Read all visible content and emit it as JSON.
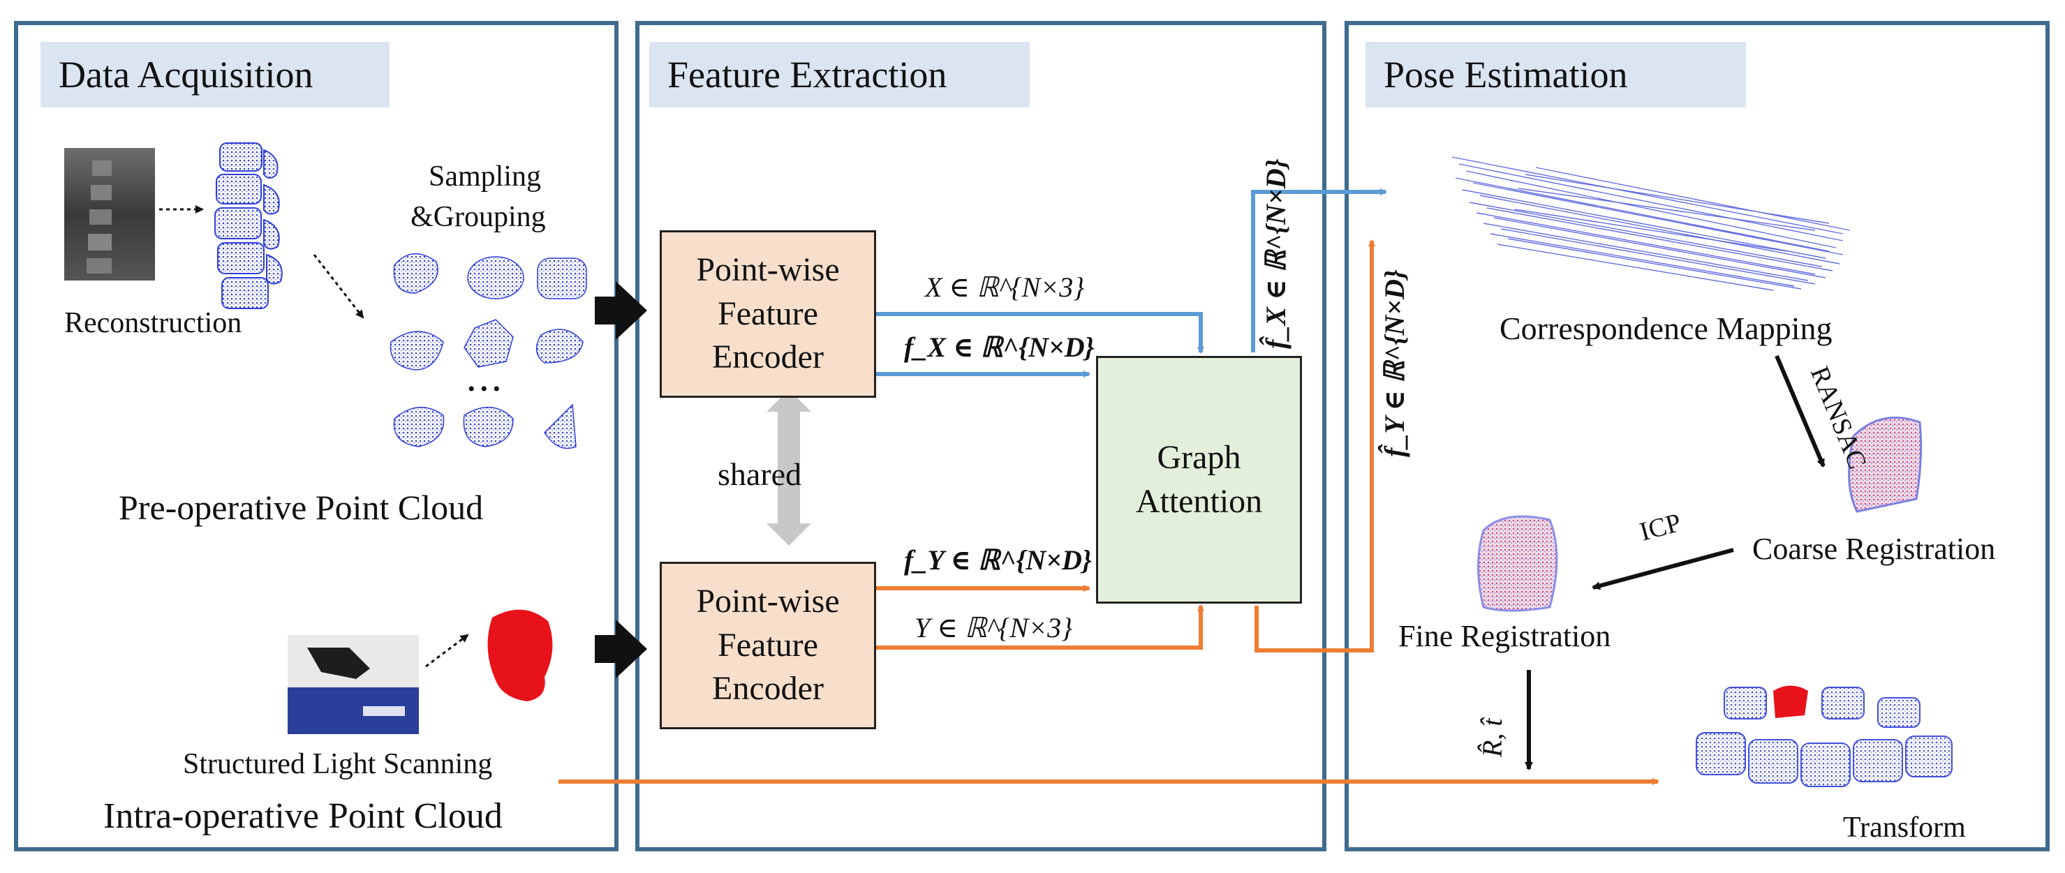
{
  "panels": {
    "data_acquisition": "Data Acquisition",
    "feature_extraction": "Feature Extraction",
    "pose_estimation": "Pose Estimation"
  },
  "data_acquisition": {
    "reconstruction": "Reconstruction",
    "sampling_line1": "Sampling",
    "sampling_line2": "&Grouping",
    "ellipsis": "• • •",
    "pre_op": "Pre-operative Point Cloud",
    "structured_light": "Structured Light Scanning",
    "intra_op": "Intra-operative Point Cloud"
  },
  "feature_extraction": {
    "encoder_top": [
      "Point-wise",
      "Feature",
      "Encoder"
    ],
    "encoder_bottom": [
      "Point-wise",
      "Feature",
      "Encoder"
    ],
    "shared": "shared",
    "graph_attention": [
      "Graph",
      "Attention"
    ],
    "x_label": "X ∈ ℝ^{N×3}",
    "fx_label": "f_X ∈ ℝ^{N×D}",
    "fy_label": "f_Y ∈ ℝ^{N×D}",
    "y_label": "Y ∈ ℝ^{N×3}",
    "fx_hat_label": "f̂_X ∈ ℝ^{N×D}",
    "fy_hat_label": "f̂_Y ∈ ℝ^{N×D}"
  },
  "pose_estimation": {
    "correspondence": "Correspondence Mapping",
    "ransac": "RANSAC",
    "coarse": "Coarse Registration",
    "icp": "ICP",
    "fine": "Fine Registration",
    "rt_label": "R̂, t̂",
    "transform": "Transform"
  },
  "colors": {
    "panel_border": "#3f6b8f",
    "title_bg": "#dbe5f1",
    "encoder_fill": "#f8dfcc",
    "attention_fill": "#e2efda",
    "blue_arrow": "#5b9bd5",
    "orange_arrow": "#ed7d31",
    "point_blue": "#2f3fd6",
    "point_red": "#e8121b"
  }
}
